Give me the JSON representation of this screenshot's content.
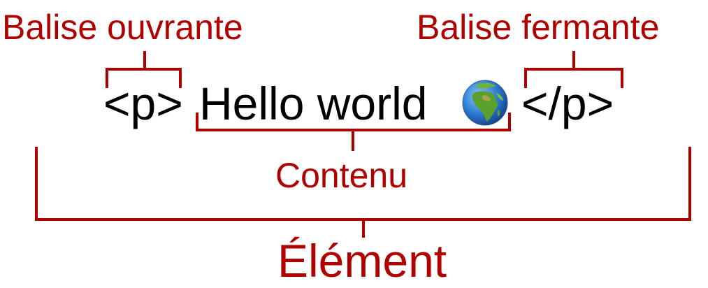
{
  "colors": {
    "annotation": "#b00000",
    "code_text": "#000000",
    "globe_ocean": "#2f7fd6",
    "globe_land": "#5aa02c"
  },
  "annotations": {
    "opening_tag_label": "Balise ouvrante",
    "closing_tag_label": "Balise fermante",
    "content_label": "Contenu",
    "element_label": "Élément"
  },
  "code": {
    "opening_tag": "<p>",
    "content": "Hello world",
    "closing_tag": "</p>"
  },
  "icons": {
    "content_emoji": "globe-africa-icon"
  }
}
